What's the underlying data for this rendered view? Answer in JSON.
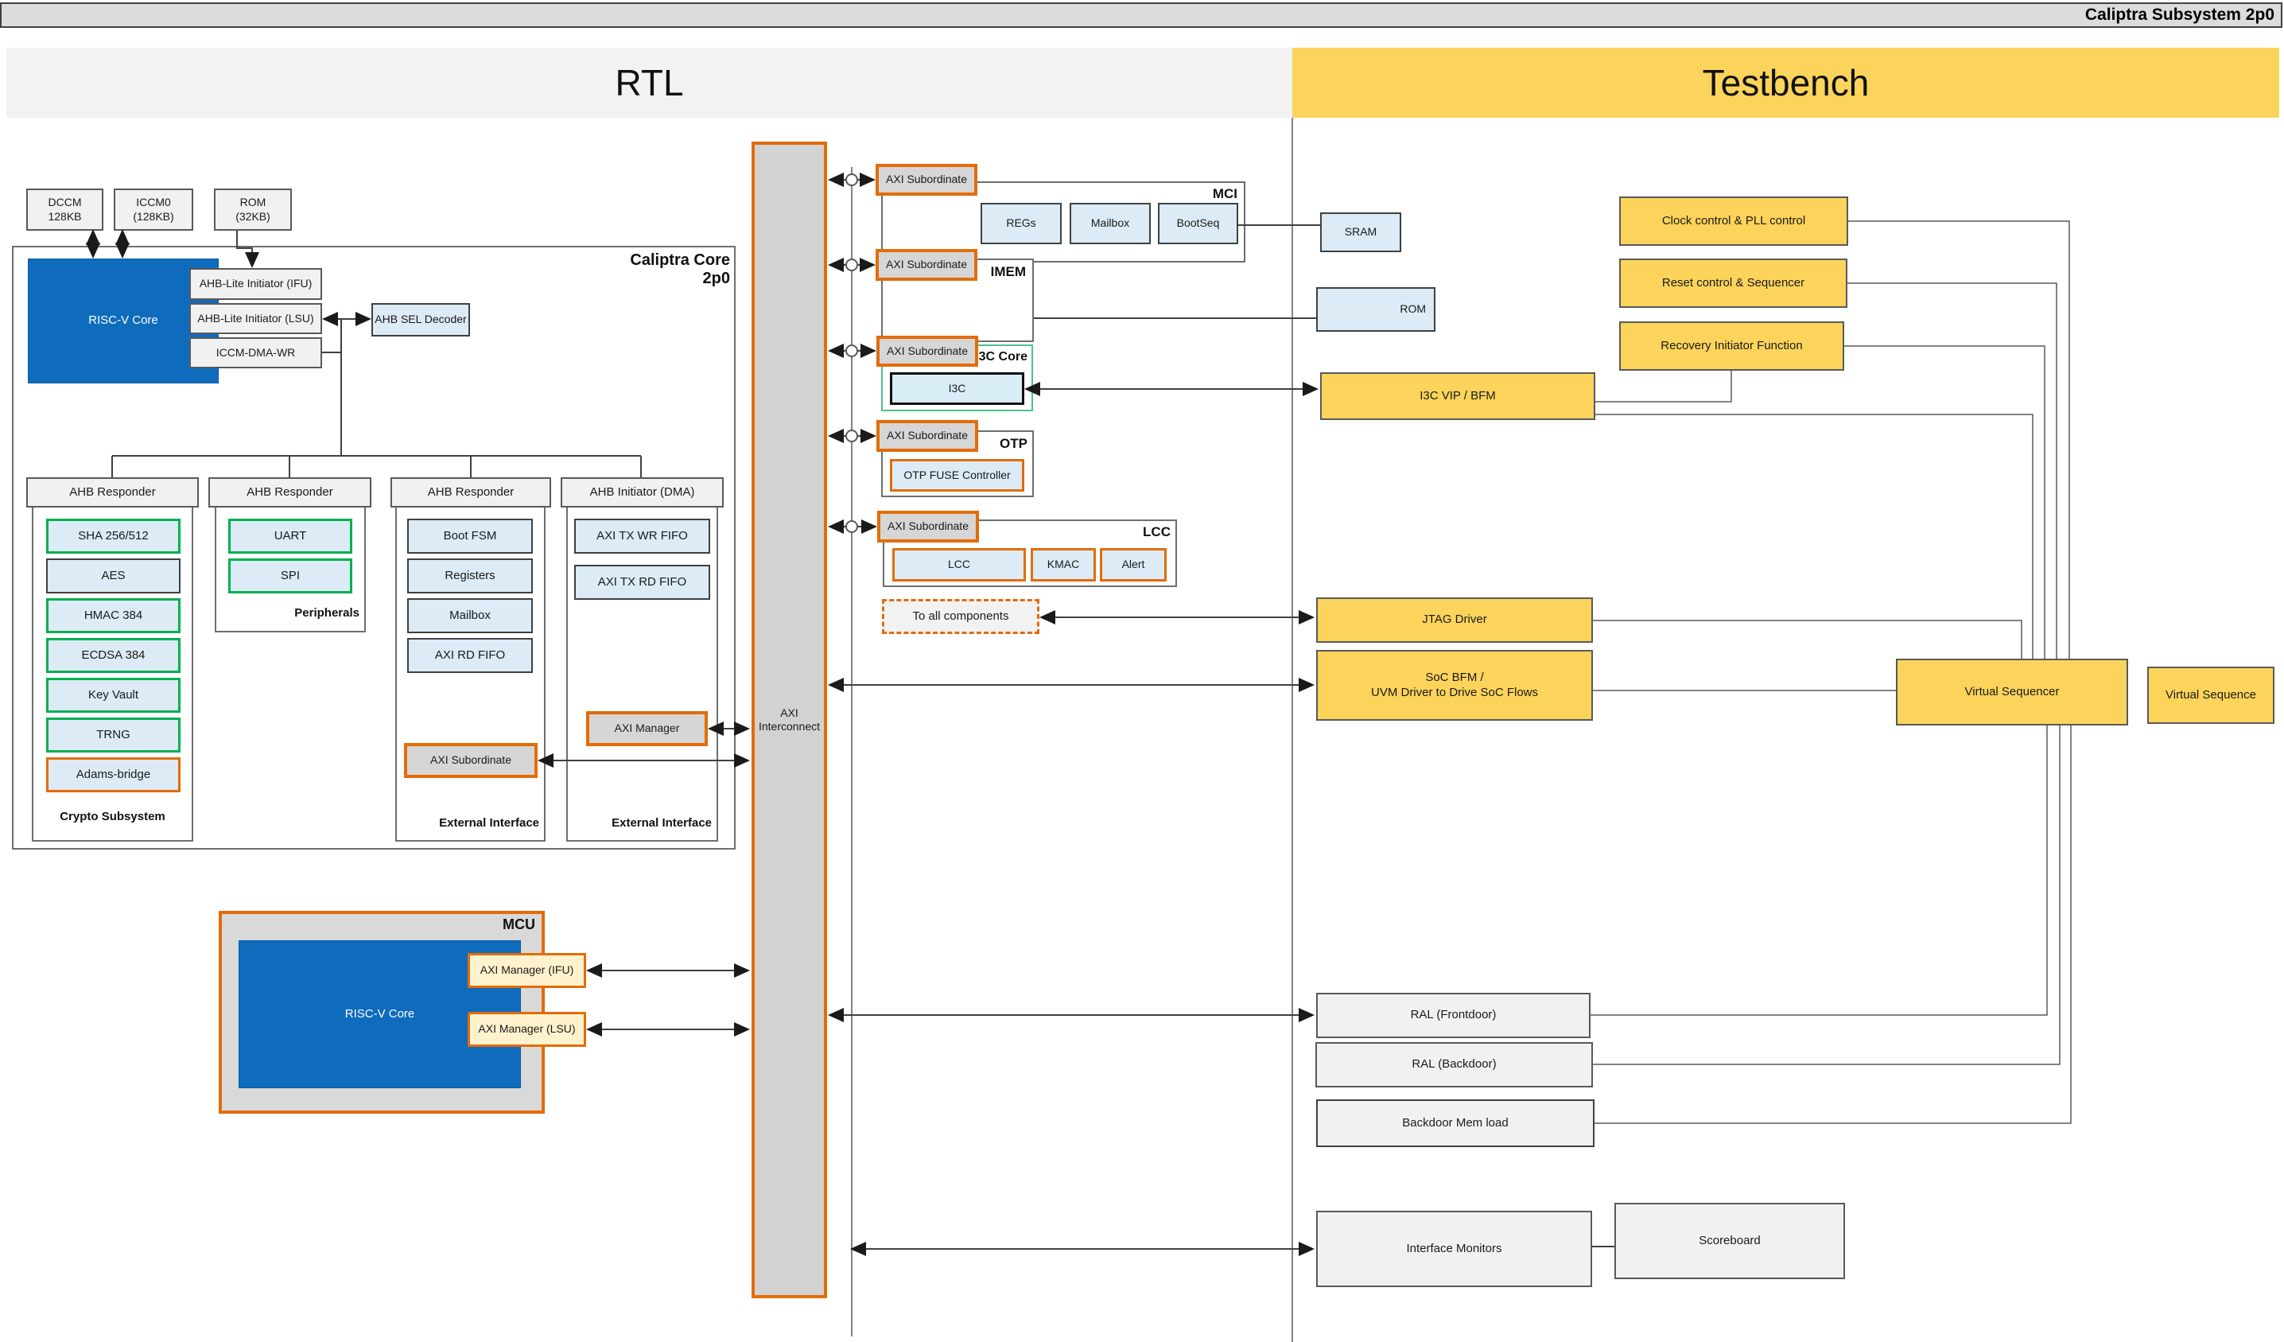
{
  "title_bar": {
    "title": "Caliptra Subsystem 2p0"
  },
  "sections": {
    "rtl": "RTL",
    "testbench": "Testbench"
  },
  "colors": {
    "testbench_header": "#FCD45C",
    "rtl_header": "#f2f2f2",
    "accent_orange": "#E36C09",
    "accent_green": "#00B050",
    "core_blue": "#0F6CBD",
    "box_blue": "#dcebf5",
    "box_gray": "#d6d6d6"
  },
  "rtl": {
    "memories": [
      {
        "label": "DCCM\n128KB"
      },
      {
        "label": "ICCM0\n(128KB)"
      },
      {
        "label": "ROM\n(32KB)"
      }
    ],
    "caliptra_core": {
      "title": "Caliptra Core 2p0",
      "riscv_core": "RISC-V Core",
      "ahb_ifu": "AHB-Lite Initiator (IFU)",
      "ahb_lsu": "AHB-Lite Initiator (LSU)",
      "iccm_dma_wr": "ICCM-DMA-WR",
      "ahb_sel_decoder": "AHB SEL Decoder",
      "crypto": {
        "header": "AHB Responder",
        "items": [
          "SHA 256/512",
          "AES",
          "HMAC 384",
          "ECDSA 384",
          "Key Vault",
          "TRNG",
          "Adams-bridge"
        ],
        "footer": "Crypto Subsystem"
      },
      "peripherals": {
        "header": "AHB Responder",
        "items": [
          "UART",
          "SPI"
        ],
        "footer": "Peripherals"
      },
      "external_responder": {
        "header": "AHB Responder",
        "items": [
          "Boot FSM",
          "Registers",
          "Mailbox",
          "AXI RD FIFO"
        ],
        "axi_subordinate": "AXI Subordinate",
        "footer": "External Interface"
      },
      "dma_initiator": {
        "header": "AHB Initiator (DMA)",
        "items": [
          "AXI TX WR FIFO",
          "AXI TX RD FIFO"
        ],
        "axi_manager": "AXI Manager",
        "footer": "External Interface"
      }
    },
    "mcu": {
      "title": "MCU",
      "riscv_core": "RISC-V Core",
      "axi_manager_ifu": "AXI Manager (IFU)",
      "axi_manager_lsu": "AXI Manager (LSU)"
    },
    "axi_interconnect": "AXI\nInterconnect"
  },
  "soc_blocks": {
    "axi_subordinate": "AXI Subordinate",
    "mci": {
      "title": "MCI",
      "items": [
        "REGs",
        "Mailbox",
        "BootSeq"
      ]
    },
    "imem": {
      "title": "IMEM"
    },
    "i3c_core": {
      "title": "I3C Core",
      "item": "I3C"
    },
    "otp": {
      "title": "OTP",
      "item": "OTP FUSE Controller"
    },
    "lcc": {
      "title": "LCC",
      "items": [
        "LCC",
        "KMAC",
        "Alert"
      ]
    },
    "to_all_components": "To all components"
  },
  "testbench": {
    "sram": "SRAM",
    "rom": "ROM",
    "clock_control": "Clock control & PLL control",
    "reset_control": "Reset control & Sequencer",
    "recovery_initiator": "Recovery Initiator Function",
    "i3c_vip": "I3C VIP / BFM",
    "jtag_driver": "JTAG Driver",
    "soc_bfm": "SoC BFM /\nUVM Driver to Drive SoC Flows",
    "virtual_sequencer": "Virtual Sequencer",
    "virtual_sequence": "Virtual Sequence",
    "ral_frontdoor": "RAL (Frontdoor)",
    "ral_backdoor": "RAL (Backdoor)",
    "backdoor_mem_load": "Backdoor Mem load",
    "interface_monitors": "Interface Monitors",
    "scoreboard": "Scoreboard"
  }
}
